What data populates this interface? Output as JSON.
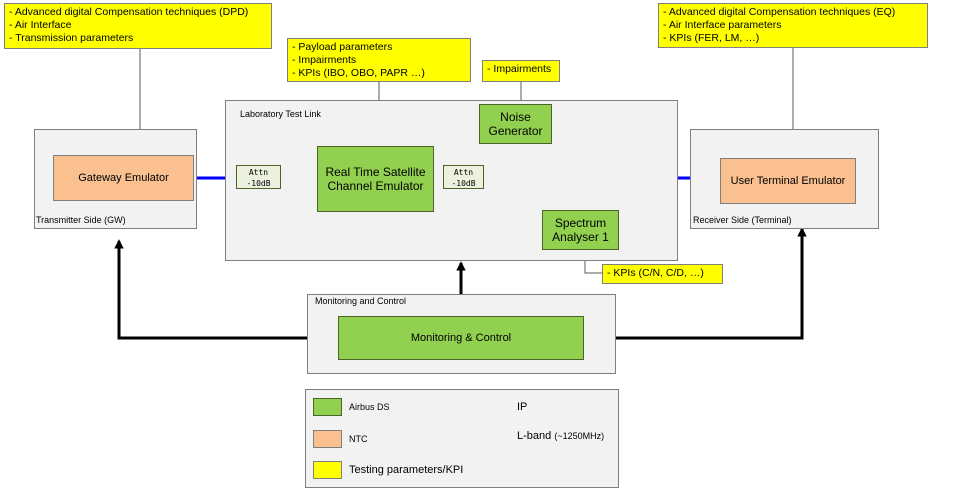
{
  "kpi_boxes": {
    "tx": [
      "- Advanced digital Compensation techniques (DPD)",
      "- Air Interface",
      "- Transmission parameters"
    ],
    "channel": [
      "- Payload parameters",
      "- Impairments",
      "- KPIs (IBO, OBO, PAPR …)"
    ],
    "noise": [
      "- Impairments"
    ],
    "rx": [
      "- Advanced digital Compensation techniques (EQ)",
      "- Air Interface parameters",
      "- KPIs (FER, LM, …)"
    ],
    "spectrum": [
      "- KPIs (C/N, C/D, …)"
    ]
  },
  "groups": {
    "lab": "Laboratory Test Link",
    "tx_side": "Transmitter Side (GW)",
    "rx_side": "Receiver Side (Terminal)",
    "monitoring": "Monitoring and Control"
  },
  "blocks": {
    "gateway": "Gateway Emulator",
    "channel": "Real Time Satellite Channel Emulator",
    "noise": "Noise Generator",
    "spectrum": "Spectrum Analyser 1",
    "user_terminal": "User Terminal Emulator",
    "monitoring": "Monitoring & Control"
  },
  "attenuators": {
    "a1": {
      "label": "Attn",
      "value": "-10dB"
    },
    "a2": {
      "label": "Attn",
      "value": "-10dB"
    }
  },
  "legend": {
    "airbus": "Airbus DS",
    "ntc": "NTC",
    "testing": "Testing parameters/KPI",
    "ip": "IP",
    "lband": "L-band",
    "lband_freq": "(~1250MHz)"
  },
  "colors": {
    "airbus": "#92d050",
    "ntc": "#fac090",
    "testing": "#ffff00",
    "lband": "#0000ff",
    "ip": "#000000",
    "group_bg": "#f2f2f2"
  }
}
